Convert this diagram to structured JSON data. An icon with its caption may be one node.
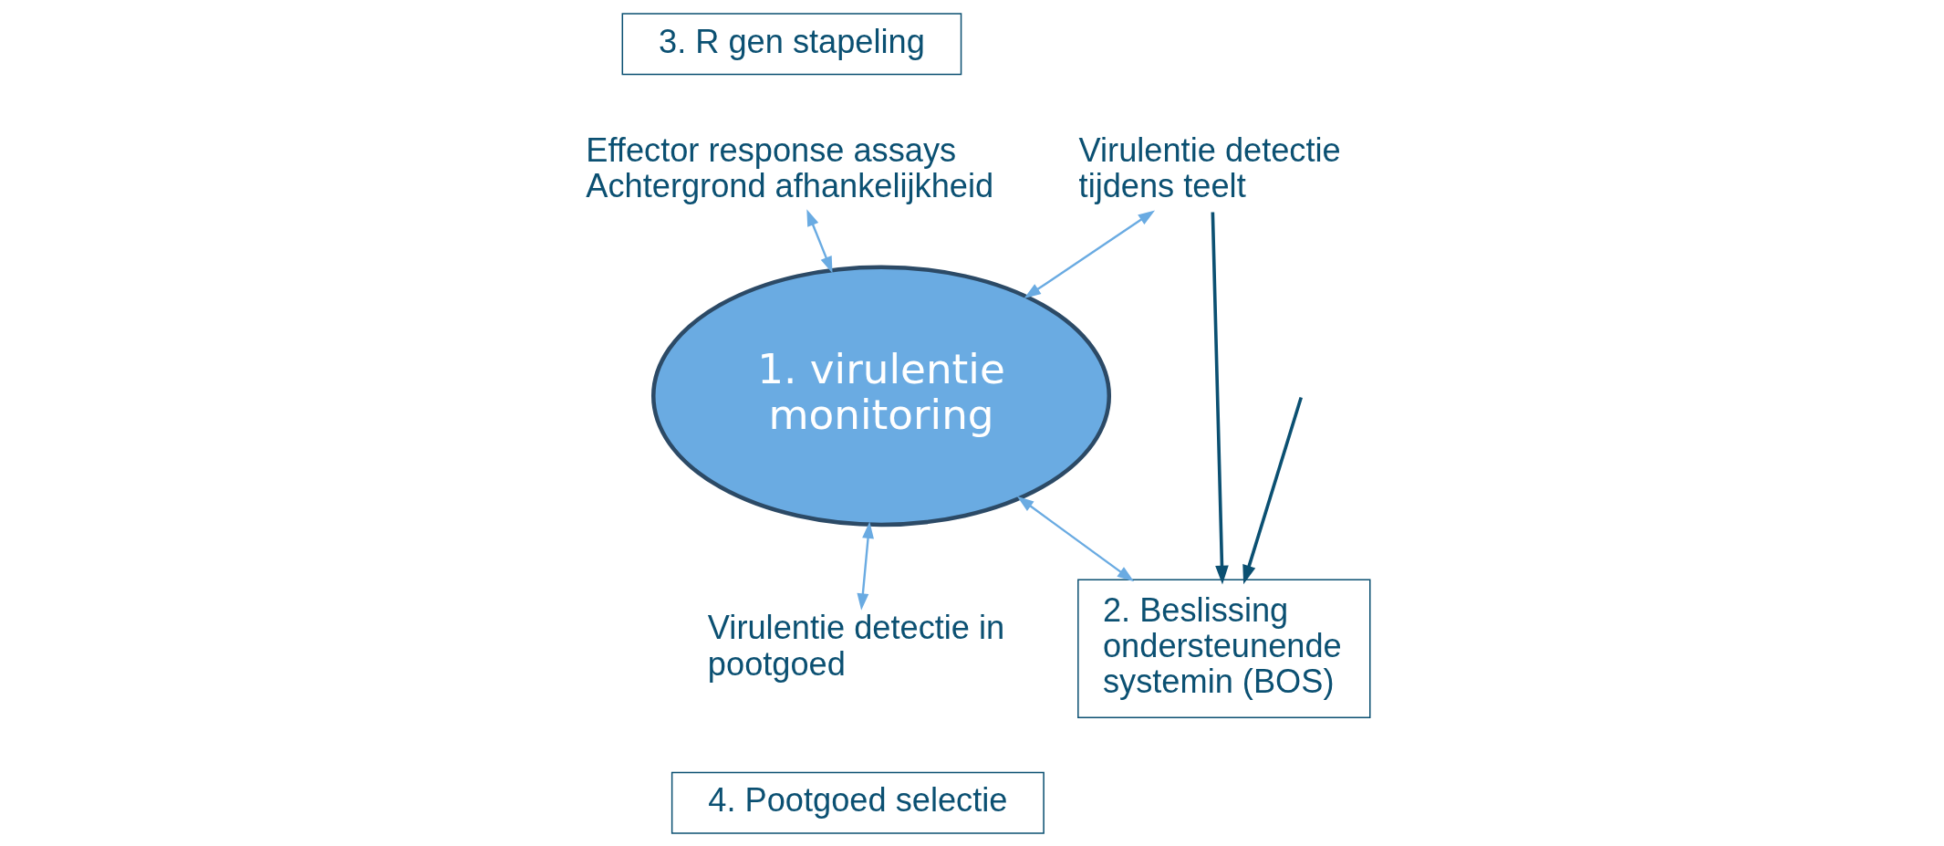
{
  "diagram": {
    "nodes": [
      {
        "text": [
          "3. R gen stapeling"
        ]
      },
      {
        "text": [
          "Effector response assays",
          "Achtergrond afhankelijkheid"
        ]
      },
      {
        "text": [
          "Virulentie detectie tijdens teelt"
        ]
      },
      {
        "text": [
          "1. virulentie monitoring"
        ]
      },
      {
        "text": [
          "Virulentie detectie in pootgoed"
        ]
      },
      {
        "text": [
          "4. Pootgoed selectie"
        ]
      },
      {
        "text": [
          "2. Beslissing ondersteunende systemin (BOS)"
        ]
      }
    ],
    "edges": [
      {
        "from": 1,
        "to": 3,
        "arrow": "both"
      },
      {
        "from": 2,
        "to": 3,
        "arrow": "both"
      },
      {
        "from": 3,
        "to": 4,
        "arrow": "both"
      },
      {
        "from": 3,
        "to": 6,
        "arrow": "both"
      },
      {
        "from": 2,
        "to": 6,
        "arrow": "to",
        "color": "#0b5072"
      },
      {
        "from": null,
        "to": 6,
        "arrow": "to",
        "color": "#0b5072"
      }
    ]
  }
}
